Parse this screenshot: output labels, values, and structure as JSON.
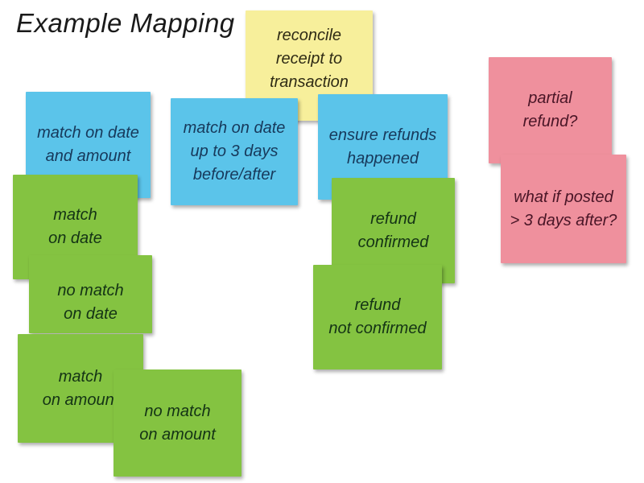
{
  "title": "Example Mapping",
  "palette": {
    "background": "#FFFFFF",
    "title_text": "#1A1A1A",
    "note_yellow": "#F7EF9B",
    "note_blue": "#5BC4EA",
    "note_green": "#84C341",
    "note_pink": "#EF909D",
    "text_on_yellow": "#2F2B15",
    "text_on_blue": "#17395B",
    "text_on_green": "#143315",
    "text_on_pink": "#491526"
  },
  "notes": [
    {
      "id": "reconcile-receipt",
      "color": "yellow",
      "text": "reconcile\nreceipt to\ntransaction"
    },
    {
      "id": "match-date-amount",
      "color": "blue",
      "text": "match on date\nand amount"
    },
    {
      "id": "match-date-3days",
      "color": "blue",
      "text": "match on date\nup to 3 days\nbefore/after"
    },
    {
      "id": "ensure-refunds",
      "color": "blue",
      "text": "ensure refunds\nhappened"
    },
    {
      "id": "match-on-date",
      "color": "green",
      "text": "match\non date"
    },
    {
      "id": "no-match-on-date",
      "color": "green",
      "text": "no match\non date"
    },
    {
      "id": "match-on-amount",
      "color": "green",
      "text": "match\non amount"
    },
    {
      "id": "no-match-on-amount",
      "color": "green",
      "text": "no match\non amount"
    },
    {
      "id": "refund-confirmed",
      "color": "green",
      "text": "refund\nconfirmed"
    },
    {
      "id": "refund-not-confirmed",
      "color": "green",
      "text": "refund\nnot confirmed"
    },
    {
      "id": "partial-refund",
      "color": "pink",
      "text": "partial\nrefund?"
    },
    {
      "id": "posted-3-days-after",
      "color": "pink",
      "text": "what if posted\n> 3 days after?"
    }
  ]
}
